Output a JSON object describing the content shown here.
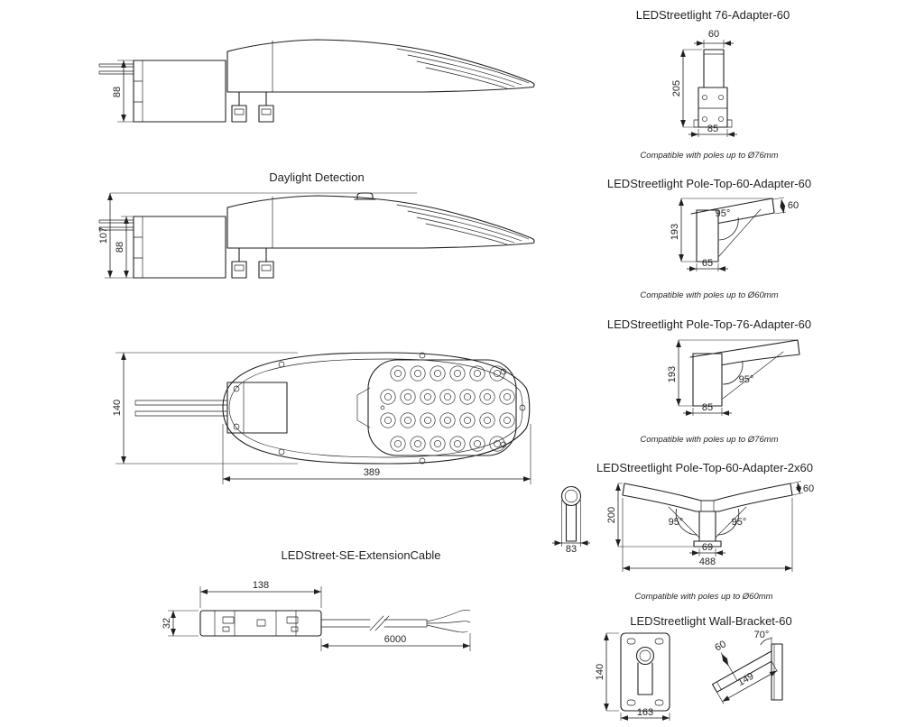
{
  "page": {
    "background": "#ffffff",
    "line_color": "#231f20"
  },
  "side_view": {
    "dims": {
      "height": "88"
    }
  },
  "daylight_view": {
    "title": "Daylight Detection",
    "dims": {
      "total_height": "107",
      "body_height": "88"
    }
  },
  "top_view": {
    "dims": {
      "width": "140",
      "length": "389"
    }
  },
  "extension_cable": {
    "title": "LEDStreet-SE-ExtensionCable",
    "dims": {
      "connector_length": "138",
      "height": "32",
      "cable_length": "6000"
    }
  },
  "adapter_76": {
    "title": "LEDStreetlight 76-Adapter-60",
    "dims": {
      "spigot": "60",
      "height": "205",
      "width": "85"
    },
    "caption": "Compatible with poles up to Ø76mm"
  },
  "pole_top_60": {
    "title": "LEDStreetlight Pole-Top-60-Adapter-60",
    "dims": {
      "spigot": "60",
      "height": "193",
      "angle": "95°",
      "width": "65"
    },
    "caption": "Compatible with poles up to Ø60mm"
  },
  "pole_top_76": {
    "title": "LEDStreetlight Pole-Top-76-Adapter-60",
    "dims": {
      "height": "193",
      "angle": "95°",
      "width": "85"
    },
    "caption": "Compatible with poles up to Ø76mm"
  },
  "pole_top_2x60": {
    "title": "LEDStreetlight Pole-Top-60-Adapter-2x60",
    "dims": {
      "pole_width": "83",
      "height": "200",
      "angle_left": "95°",
      "angle_right": "95°",
      "center_width": "69",
      "span": "488",
      "spigot": "60"
    },
    "caption": "Compatible with poles up to Ø60mm"
  },
  "wall_bracket": {
    "title": "LEDStreetlight Wall-Bracket-60",
    "dims": {
      "plate_height": "140",
      "plate_width": "163",
      "spigot": "60",
      "angle": "70°",
      "arm_length": "149"
    }
  }
}
